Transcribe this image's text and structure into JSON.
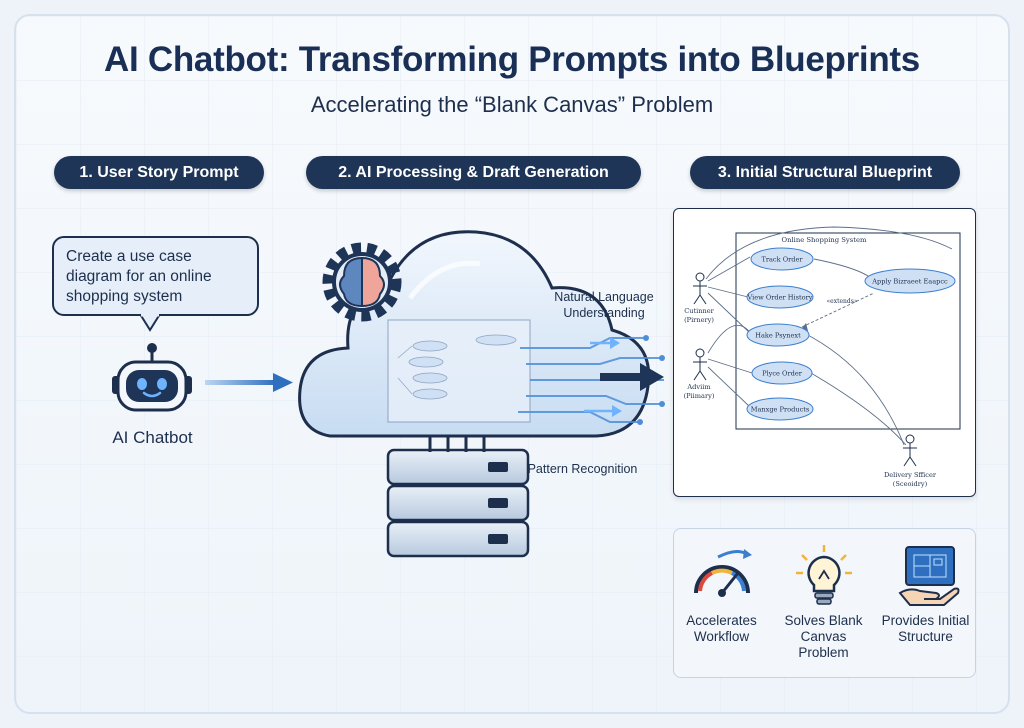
{
  "header": {
    "title": "AI Chatbot: Transforming Prompts into Blueprints",
    "subtitle": "Accelerating the “Blank Canvas” Problem"
  },
  "steps": [
    {
      "label": "1. User Story Prompt"
    },
    {
      "label": "2. AI Processing & Draft Generation"
    },
    {
      "label": "3. Initial Structural Blueprint"
    }
  ],
  "prompt": {
    "text": "Create a use case diagram for an online shopping system"
  },
  "chatbot": {
    "label": "AI Chatbot"
  },
  "processing": {
    "nlu_label": "Natural Language Understanding",
    "pattern_label": "Pattern Recognition"
  },
  "blueprint": {
    "system_title": "Online Shopping System",
    "actors": [
      {
        "name": "Cutinner",
        "role": "(Pirnery)"
      },
      {
        "name": "Adviim",
        "role": "(Piimary)"
      },
      {
        "name": "Delivery Sfficer",
        "role": "(Sceoidry)"
      }
    ],
    "use_cases": [
      "Track Order",
      "View Order History",
      "Hake Psynext",
      "Plyce Order",
      "Manxge Products",
      "Apply Bizraeet Eaapcc"
    ],
    "relation_label": "«extends»"
  },
  "benefits": [
    {
      "label": "Accelerates Workflow",
      "icon": "speedometer-icon"
    },
    {
      "label": "Solves Blank Canvas Problem",
      "icon": "lightbulb-icon"
    },
    {
      "label": "Provides Initial Structure",
      "icon": "blueprint-hand-icon"
    }
  ],
  "colors": {
    "navy": "#1e3558",
    "accent_blue": "#3b7fd0",
    "cloud_light": "#dce9f7",
    "use_case_fill": "#cfe0f5"
  }
}
